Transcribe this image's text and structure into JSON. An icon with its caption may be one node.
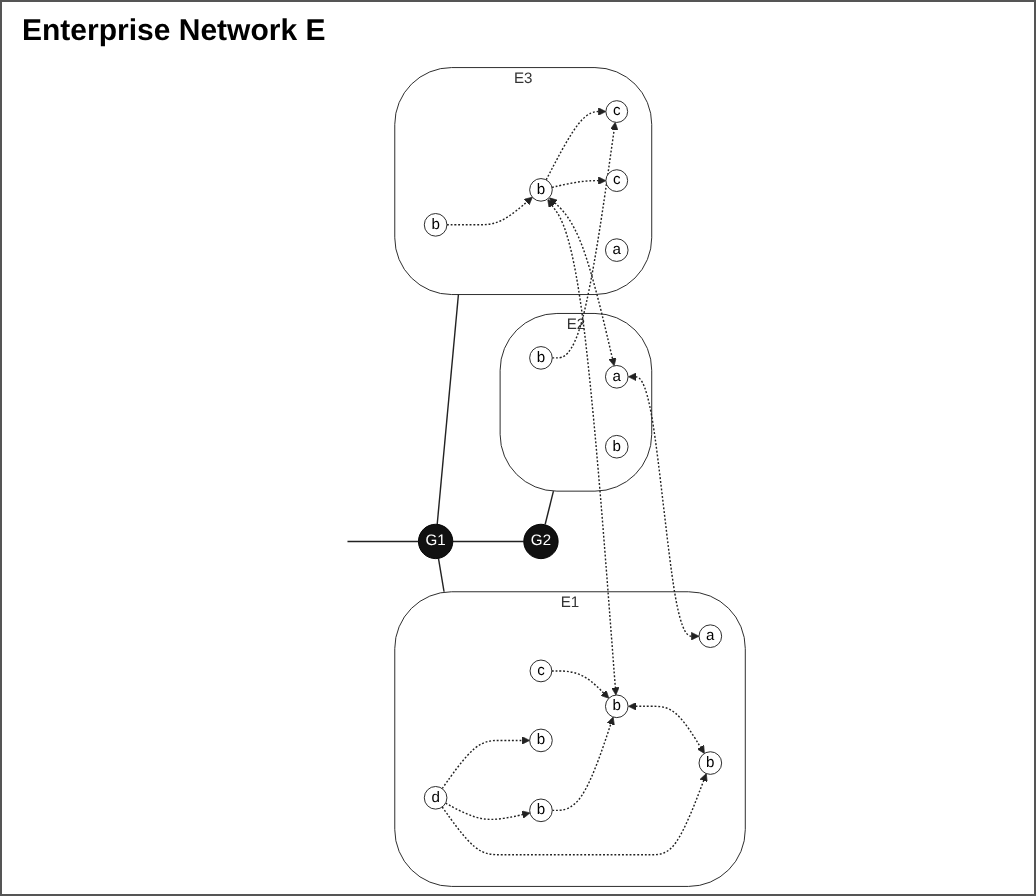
{
  "diagram": {
    "title": "Enterprise Network E",
    "nodes": [
      {
        "text": [
          "G1"
        ]
      },
      {
        "text": [
          "G2"
        ]
      },
      {
        "text": [
          "E1"
        ]
      },
      {
        "text": [
          "b"
        ],
        "in": 2
      },
      {
        "text": [
          "b"
        ],
        "in": 2
      },
      {
        "text": [
          "b"
        ],
        "in": 2
      },
      {
        "text": [
          "d"
        ],
        "in": 2
      },
      {
        "text": [
          "c"
        ],
        "in": 2
      },
      {
        "text": [
          "a"
        ],
        "in": 2
      },
      {
        "text": [
          "b"
        ],
        "in": 2
      },
      {
        "text": [
          "E2"
        ]
      },
      {
        "text": [
          "a"
        ],
        "in": 10
      },
      {
        "text": [
          "b"
        ],
        "in": 10
      },
      {
        "text": [
          "b"
        ],
        "in": 10
      },
      {
        "text": [
          "E3"
        ]
      },
      {
        "text": [
          "b"
        ],
        "in": 14
      },
      {
        "text": [
          "b"
        ],
        "in": 14
      },
      {
        "text": [
          "c"
        ],
        "in": 14
      },
      {
        "text": [
          "c"
        ],
        "in": 14
      },
      {
        "text": [
          "a"
        ],
        "in": 14
      }
    ],
    "edges": [
      {
        "from": null,
        "to": 0,
        "arrow": "none"
      },
      {
        "from": 0,
        "to": 2,
        "arrow": "none"
      },
      {
        "from": 0,
        "to": 14,
        "arrow": "none"
      },
      {
        "from": 0,
        "to": 1,
        "arrow": "none"
      },
      {
        "from": 1,
        "to": 10,
        "arrow": "none"
      },
      {
        "from": 3,
        "to": 5,
        "arrow": "to",
        "style": "dashed"
      },
      {
        "from": 6,
        "to": 4,
        "arrow": "to",
        "style": "dashed"
      },
      {
        "from": 6,
        "to": 3,
        "arrow": "to",
        "style": "dashed"
      },
      {
        "from": 6,
        "to": 9,
        "arrow": "to",
        "style": "dashed"
      },
      {
        "from": 5,
        "to": 9,
        "arrow": "both",
        "style": "dashed"
      },
      {
        "from": 7,
        "to": 5,
        "arrow": "to",
        "style": "dashed"
      },
      {
        "from": 15,
        "to": 5,
        "arrow": "both",
        "style": "dashed"
      },
      {
        "from": 11,
        "to": 8,
        "arrow": "both",
        "style": "dashed"
      },
      {
        "from": 16,
        "to": 15,
        "arrow": "to",
        "style": "dashed"
      },
      {
        "from": 15,
        "to": 17,
        "arrow": "to",
        "style": "dashed"
      },
      {
        "from": 15,
        "to": 18,
        "arrow": "to",
        "style": "dashed"
      },
      {
        "from": 15,
        "to": 11,
        "arrow": "both",
        "style": "dashed"
      },
      {
        "from": 12,
        "to": 17,
        "arrow": "to",
        "style": "dashed"
      }
    ]
  }
}
